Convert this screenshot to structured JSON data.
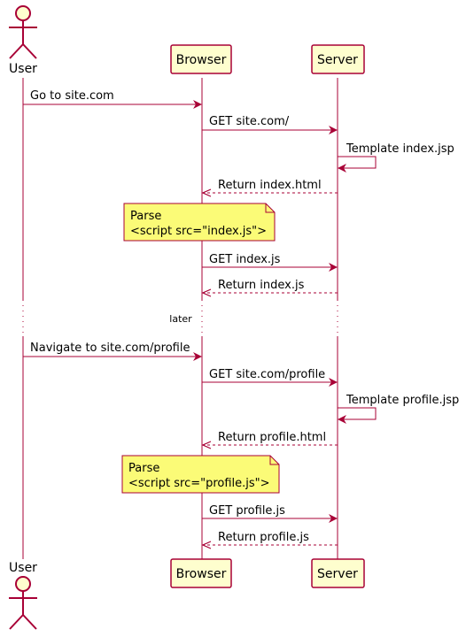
{
  "participants": {
    "user": "User",
    "browser": "Browser",
    "server": "Server"
  },
  "messages": [
    {
      "from": "user",
      "to": "browser",
      "text": "Go to site.com",
      "style": "solid"
    },
    {
      "from": "browser",
      "to": "server",
      "text": "GET site.com/",
      "style": "solid"
    },
    {
      "from": "server",
      "to": "server",
      "text": "Template index.jsp",
      "style": "self"
    },
    {
      "from": "server",
      "to": "browser",
      "text": "Return index.html",
      "style": "dashed"
    },
    {
      "from": "browser",
      "to": "server",
      "text": "GET index.js",
      "style": "solid"
    },
    {
      "from": "server",
      "to": "browser",
      "text": "Return index.js",
      "style": "dashed"
    },
    {
      "from": "user",
      "to": "browser",
      "text": "Navigate to site.com/profile",
      "style": "solid"
    },
    {
      "from": "browser",
      "to": "server",
      "text": "GET site.com/profile",
      "style": "solid"
    },
    {
      "from": "server",
      "to": "server",
      "text": "Template profile.jsp",
      "style": "self"
    },
    {
      "from": "server",
      "to": "browser",
      "text": "Return profile.html",
      "style": "dashed"
    },
    {
      "from": "browser",
      "to": "server",
      "text": "GET profile.js",
      "style": "solid"
    },
    {
      "from": "server",
      "to": "browser",
      "text": "Return profile.js",
      "style": "dashed"
    }
  ],
  "notes": [
    {
      "line1": "Parse",
      "line2": "<script src=\"index.js\">"
    },
    {
      "line1": "Parse",
      "line2": "<script src=\"profile.js\">"
    }
  ],
  "divider": {
    "text": "later"
  },
  "colors": {
    "line": "#A80036",
    "box_fill": "#FEFECE",
    "note_fill": "#FBFB77",
    "lifeline": "#A80036"
  }
}
